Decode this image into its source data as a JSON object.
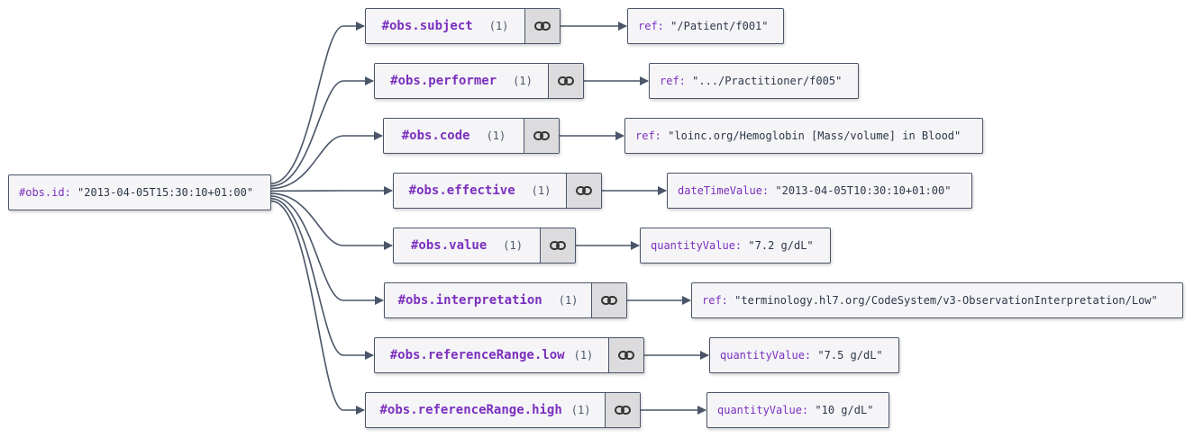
{
  "source": {
    "key": "#obs.id:",
    "value": "\"2013-04-05T15:30:10+01:00\""
  },
  "fields": [
    {
      "name": "#obs.subject",
      "count": "(1)",
      "value_key": "ref:",
      "value": "\"/Patient/f001\""
    },
    {
      "name": "#obs.performer",
      "count": "(1)",
      "value_key": "ref:",
      "value": "\".../Practitioner/f005\""
    },
    {
      "name": "#obs.code",
      "count": "(1)",
      "value_key": "ref:",
      "value": "\"loinc.org/Hemoglobin [Mass/volume] in Blood\""
    },
    {
      "name": "#obs.effective",
      "count": "(1)",
      "value_key": "dateTimeValue:",
      "value": "\"2013-04-05T10:30:10+01:00\""
    },
    {
      "name": "#obs.value",
      "count": "(1)",
      "value_key": "quantityValue:",
      "value": "\"7.2 g/dL\""
    },
    {
      "name": "#obs.interpretation",
      "count": "(1)",
      "value_key": "ref:",
      "value": "\"terminology.hl7.org/CodeSystem/v3-ObservationInterpretation/Low\""
    },
    {
      "name": "#obs.referenceRange.low",
      "count": "(1)",
      "value_key": "quantityValue:",
      "value": "\"7.5 g/dL\""
    },
    {
      "name": "#obs.referenceRange.high",
      "count": "(1)",
      "value_key": "quantityValue:",
      "value": "\"10 g/dL\""
    }
  ],
  "colors": {
    "key_purple": "#7b2fbe",
    "edge": "#4a5568",
    "box_border": "#4a5568",
    "link_button_bg": "#dcdcdf"
  },
  "icons": {
    "link": "link-icon"
  }
}
